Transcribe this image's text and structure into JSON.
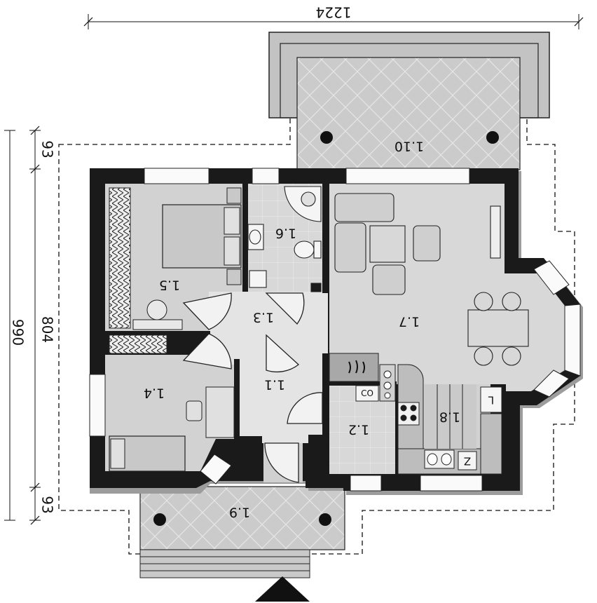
{
  "dimensions": {
    "total_width": "1224",
    "total_depth": "990",
    "inner_depth": "804",
    "offset_top": "93",
    "offset_bottom": "93"
  },
  "rooms": {
    "r1_1": "1.1",
    "r1_2": "1.2",
    "r1_3": "1.3",
    "r1_4": "1.4",
    "r1_5": "1.5",
    "r1_6": "1.6",
    "r1_7": "1.7",
    "r1_8": "1.8",
    "r1_9": "1.9",
    "r1_10": "1.10"
  },
  "appliance_labels": {
    "boiler": "CO",
    "fridge": "L",
    "dishwasher": "Z"
  },
  "colors": {
    "wall": "#1a1a1a",
    "floor": "#d4d4d4",
    "shadow": "#9a9a9a",
    "terrace": "#cccccc",
    "furniture": "#bdbdbd"
  }
}
